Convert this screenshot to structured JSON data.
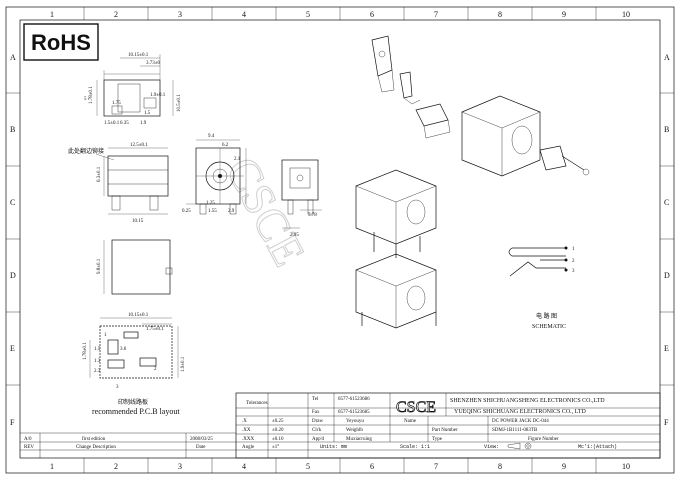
{
  "badge": {
    "rohs": "RoHS"
  },
  "grid": {
    "columns": [
      "1",
      "2",
      "3",
      "4",
      "5",
      "6",
      "7",
      "8",
      "9",
      "10"
    ],
    "rows": [
      "A",
      "B",
      "C",
      "D",
      "E",
      "F"
    ]
  },
  "dims": {
    "top": [
      "10.15±0.1",
      "3.73±0",
      "1.78±0.1",
      "1.5±0.1",
      "1.9±0.1",
      "6.35",
      "1.9",
      "10.5±0.1",
      "5",
      "1.75",
      "1.5"
    ],
    "mid": [
      "12.5±0.1",
      "9.4",
      "6.3±0.1",
      "6.2",
      "2.1",
      "10.15",
      "0.25",
      "1.25",
      "2.9",
      "5.78",
      "2.95",
      "1.55"
    ],
    "low": [
      "9.8±0.1"
    ],
    "pcb": [
      "10.15±0.1",
      "1.75±0.1",
      "3.6",
      "1.5",
      "1.3",
      "2.3",
      "1.78±0.1",
      "1.9±0.1"
    ]
  },
  "labels": {
    "deform_note": "此处翻边铆接",
    "pcb_cn": "印制线路板",
    "pcb_en": "recommended P.C.B layout",
    "schem_cn": "电 路 图",
    "schem_en": "SCHEMATIC",
    "pins": [
      "1",
      "2",
      "3"
    ],
    "pcb_pins": [
      "1",
      "2",
      "3"
    ]
  },
  "title_block": {
    "tolerances_label": "Tolerances",
    "tol_rows": [
      {
        "fmt": ".X",
        "val": "±0.25"
      },
      {
        "fmt": ".XX",
        "val": "±0.20"
      },
      {
        "fmt": ".XXX",
        "val": "±0.10"
      },
      {
        "fmt": "Angle",
        "val": "±1°"
      }
    ],
    "tel_label": "Tel",
    "tel": "0577-61523686",
    "fax_label": "Fax",
    "fax": "0577-61523685",
    "logo": "CSCE",
    "company_cn": "SHENZHEN SHICHUANGSHENG ELECTRONICS CO.,LTD",
    "company_cn2": "YUEQING SHICHUANG ELECTRONICS CO., LTD",
    "draw_label": "Draw",
    "draw": "Yeyouyu",
    "name_label": "Name",
    "name": "DC POWER JACK DC-044",
    "weight_label": "Weighlb",
    "part_label": "Part Number",
    "part": "SDMJ-1B1111-083TB",
    "chk_label": "Ch'k",
    "type_label": "Type",
    "figure_label": "Figure Number",
    "appd_label": "App'd",
    "manu_label": "Muxiacruing",
    "units": "Units: mm",
    "scale": "Scale: 1:1",
    "view": "View:",
    "mc": "Mc'1:(Attach)"
  },
  "revisions": [
    {
      "rev": "A/0",
      "desc": "first edition",
      "date": "2008/03/25"
    },
    {
      "rev": "REV",
      "desc": "Change Description",
      "date": "Date"
    }
  ]
}
